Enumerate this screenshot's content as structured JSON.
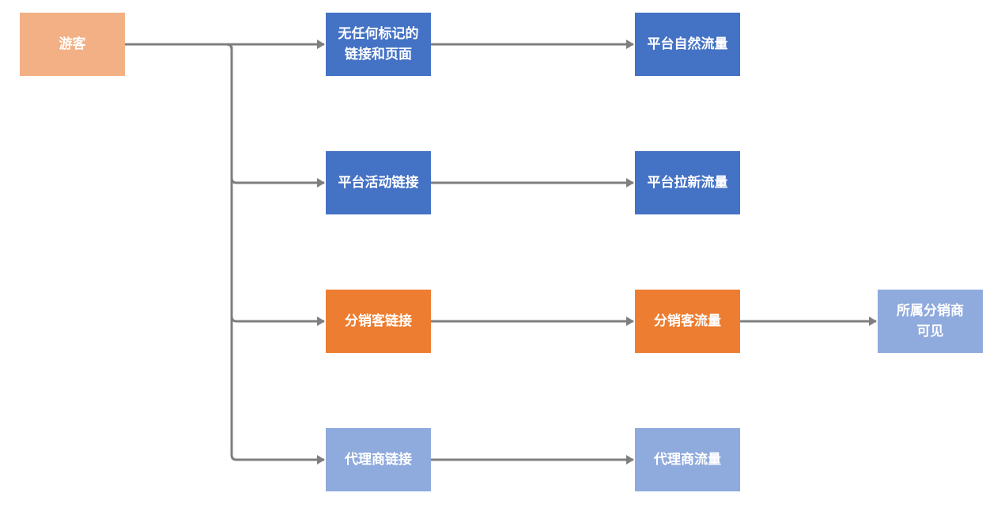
{
  "diagram": {
    "nodes": {
      "visitor": {
        "label": "游客",
        "color": "#f2b084"
      },
      "link_unmarked": {
        "label": "无任何标记的\n链接和页面",
        "color": "#4472c4"
      },
      "link_platform_activity": {
        "label": "平台活动链接",
        "color": "#4472c4"
      },
      "link_distributor": {
        "label": "分销客链接",
        "color": "#ed7d31"
      },
      "link_agent": {
        "label": "代理商链接",
        "color": "#8faadc"
      },
      "traffic_platform_natural": {
        "label": "平台自然流量",
        "color": "#4472c4"
      },
      "traffic_platform_new": {
        "label": "平台拉新流量",
        "color": "#4472c4"
      },
      "traffic_distributor": {
        "label": "分销客流量",
        "color": "#ed7d31"
      },
      "traffic_agent": {
        "label": "代理商流量",
        "color": "#8faadc"
      },
      "visible_to_distributor": {
        "label": "所属分销商\n可见",
        "color": "#8faadc"
      }
    },
    "edges": [
      {
        "from": "visitor",
        "to": "link_unmarked"
      },
      {
        "from": "visitor",
        "to": "link_platform_activity"
      },
      {
        "from": "visitor",
        "to": "link_distributor"
      },
      {
        "from": "visitor",
        "to": "link_agent"
      },
      {
        "from": "link_unmarked",
        "to": "traffic_platform_natural"
      },
      {
        "from": "link_platform_activity",
        "to": "traffic_platform_new"
      },
      {
        "from": "link_distributor",
        "to": "traffic_distributor"
      },
      {
        "from": "link_agent",
        "to": "traffic_agent"
      },
      {
        "from": "traffic_distributor",
        "to": "visible_to_distributor"
      }
    ],
    "edge_color": "#7f7f7f"
  }
}
